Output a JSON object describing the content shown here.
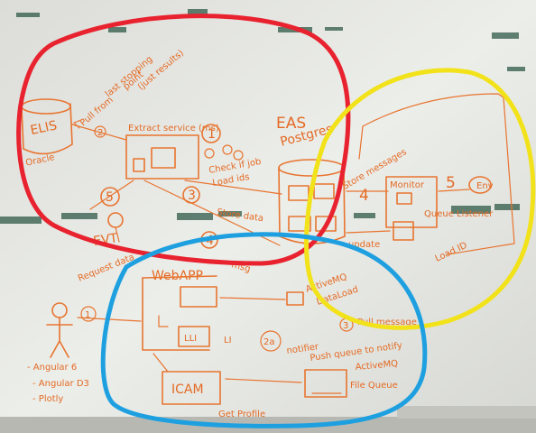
{
  "board": {
    "elis": "ELIS",
    "oracle": "Oracle",
    "pull_from": "Pull from",
    "pull_note_2": "last stopping",
    "pull_note_3": "point",
    "pull_note_4": "(just results)",
    "extract_service": "Extract service (ms)",
    "step_1": "1",
    "step_2": "2",
    "step_3": "3",
    "step_4": "4",
    "step_5": "5",
    "step_2a": "2a",
    "check": "Check if job",
    "load_ids": "Load ids",
    "store_data": "Store data",
    "msg": "msg",
    "evt": "EVT",
    "eas": "EAS",
    "postgres": "Postgres",
    "store_manage": "Store messages",
    "update": "update",
    "monitor": "Monitor",
    "env": "Env",
    "queue": "Queue Listener",
    "load_id": "Load ID",
    "request": "Request data",
    "webapp": "WebAPP",
    "webapp_inner": "LLI",
    "stack": [
      "- Angular 6",
      "- Angular D3",
      "- Plotly"
    ],
    "icam": "ICAM",
    "get_profile": "Get Profile",
    "activemq": "ActiveMQ",
    "dataload": "DataLoad",
    "pull_message": "Pull message",
    "mini": "LI",
    "notify": "notifier",
    "push": "Push queue to notify",
    "activemq_small": "ActiveMQ",
    "file_queue": "File Queue"
  },
  "colors": {
    "marker_orange": "#e8742f",
    "red_circle": "#e8222e",
    "yellow_circle": "#f2e21a",
    "blue_circle": "#1ea0e0",
    "board": "#eceeea"
  }
}
